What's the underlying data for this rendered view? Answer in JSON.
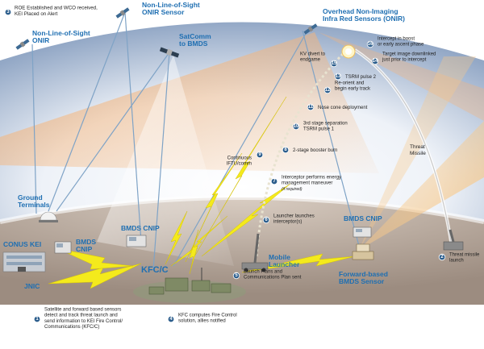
{
  "labels": {
    "onir_left": [
      "Non-Line-of-Sight",
      "ONIR"
    ],
    "onir_top": [
      "Non-Line-of-Sight",
      "ONIR Sensor"
    ],
    "satcomm": [
      "SatComm",
      "to BMDS"
    ],
    "overhead": [
      "Overhead Non-Imaging",
      "Infra Red Sensors (ONIR)"
    ],
    "ground_terminals": [
      "Ground",
      "Terminals"
    ],
    "conus_kei": "CONUS KEI",
    "bmds_cnip_left": [
      "BMDS",
      "CNIP"
    ],
    "bmds_cnip_center": "BMDS CNIP",
    "bmds_cnip_right": "BMDS CNIP",
    "jnic": "JNIC",
    "kfcc": "KFC/C",
    "mobile_launcher": [
      "Mobile",
      "Launcher"
    ],
    "forward_sensor": [
      "Forward-based",
      "BMDS Sensor"
    ],
    "threat_missile": [
      "Threat",
      "Missile"
    ]
  },
  "steps": [
    {
      "num": "1",
      "lines": [
        "Satellite and forward based sensors",
        "detect and track threat launch and",
        "send information to KEI Fire Control/",
        "Communications (KFC/C)"
      ]
    },
    {
      "num": "2",
      "lines": [
        "Threat missile",
        "launch"
      ]
    },
    {
      "num": "3",
      "lines": [
        "ROE Established and WCO received,",
        "KEI Placed on Alert"
      ]
    },
    {
      "num": "4",
      "lines": [
        "KFC computes Fire Control",
        "solution, allies notified"
      ]
    },
    {
      "num": "5",
      "lines": [
        "Launch Plans and",
        "Communications Plan sent"
      ]
    },
    {
      "num": "6",
      "lines": [
        "Launcher launches",
        "interceptor(s)"
      ]
    },
    {
      "num": "7",
      "lines": [
        "Interceptor performs energy",
        "management maneuver"
      ],
      "note": "(if required)"
    },
    {
      "num": "8",
      "lines": [
        "2-stage booster burn"
      ]
    },
    {
      "num": "9",
      "lines": [
        "Continuous",
        "IFTU/comm"
      ]
    },
    {
      "num": "10",
      "lines": [
        "3rd stage separation",
        "TSRM pulse 1"
      ]
    },
    {
      "num": "11",
      "lines": [
        "Nose cone deployment"
      ]
    },
    {
      "num": "12",
      "lines": [
        "Re-orient and",
        "begin early track"
      ]
    },
    {
      "num": "13",
      "lines": [
        "TSRM pulse 2"
      ]
    },
    {
      "num": "14",
      "lines": [
        "Target image downlinked",
        "just prior to intercept"
      ]
    },
    {
      "num": "15",
      "lines": [
        "KV divert to",
        "endgame"
      ]
    },
    {
      "num": "16",
      "lines": [
        "Intercept in boost",
        "or early ascent phase"
      ]
    }
  ],
  "colors": {
    "accent": "#1f6fb2",
    "step_circle": "#2b5d8c",
    "beam_orange": "#f2a257",
    "bolt_yellow": "#f4ea1c",
    "ground": "#b9a79a",
    "sky": "#9fb1c9"
  }
}
